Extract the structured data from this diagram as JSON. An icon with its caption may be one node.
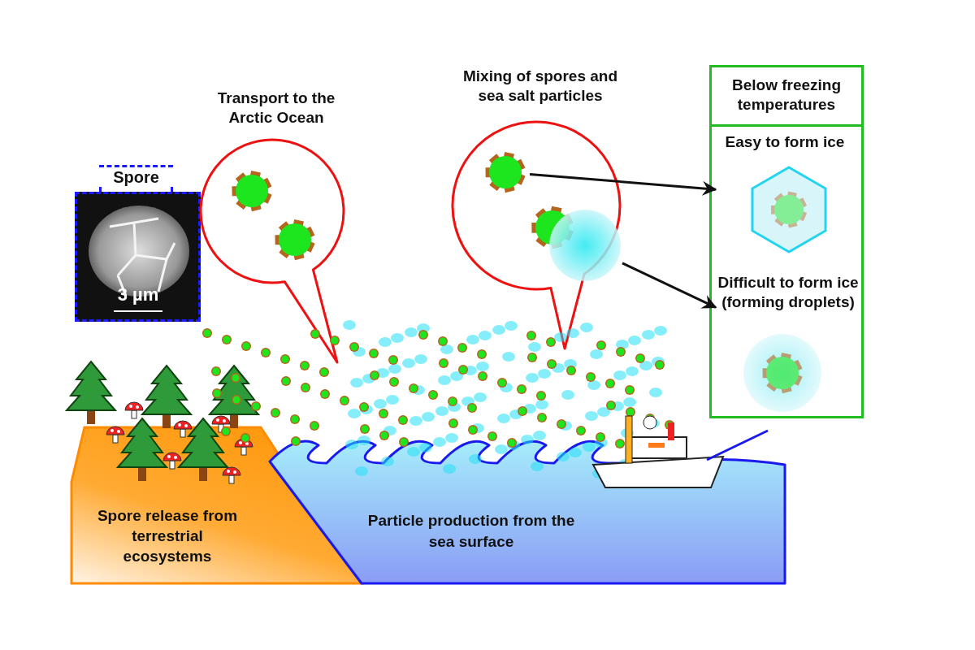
{
  "diagram": {
    "nodes": [
      {
        "text": [
          "Spore"
        ]
      },
      {
        "text": [
          "Transport to the Arctic Ocean"
        ]
      },
      {
        "text": [
          "Mixing of spores and sea salt particles"
        ]
      },
      {
        "text": [],
        "shape": "circle",
        "in": 2
      },
      {
        "text": [],
        "shape": "circle",
        "in": 2
      },
      {
        "text": [
          "Below freezing temperatures"
        ]
      },
      {
        "text": [
          "Easy to form ice"
        ],
        "in": 5
      },
      {
        "text": [
          "Difficult to form ice (forming droplets)"
        ],
        "in": 5
      },
      {
        "text": [
          "Spore release from terrestrial ecosystems"
        ]
      },
      {
        "text": [
          "Particle production from the sea surface"
        ]
      }
    ],
    "edges": [
      {
        "from": 3,
        "to": 6,
        "arrow": "to"
      },
      {
        "from": 4,
        "to": 7,
        "arrow": "to"
      }
    ],
    "labels": [
      "3 µm"
    ]
  }
}
